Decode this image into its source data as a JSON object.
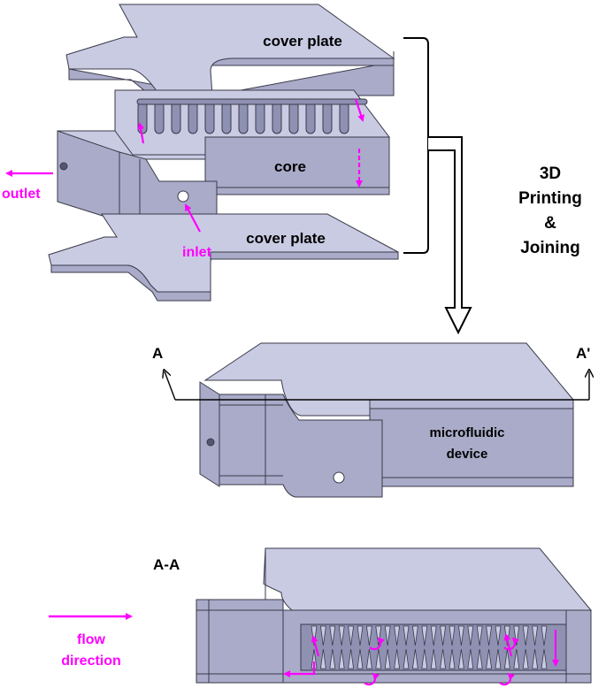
{
  "labels": {
    "cover_plate_top": "cover plate",
    "core": "core",
    "cover_plate_bottom": "cover plate",
    "outlet": "outlet",
    "inlet": "inlet",
    "process_line1": "3D",
    "process_line2": "Printing",
    "process_line3": "&",
    "process_line4": "Joining",
    "section_start": "A",
    "section_end": "A'",
    "device_line1": "microfluidic",
    "device_line2": "device",
    "section_title": "A-A",
    "flow_line1": "flow",
    "flow_line2": "direction"
  },
  "colors": {
    "part_top": "#c9cbe3",
    "part_side": "#a9abc9",
    "part_dark": "#8f91b3",
    "edge": "#3a3a4a",
    "annotation": "#ff00ff",
    "text": "#000000"
  }
}
